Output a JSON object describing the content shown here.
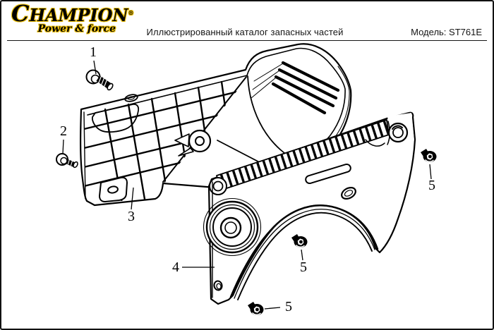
{
  "page": {
    "background": "#ffffff",
    "border_color": "#111111"
  },
  "header": {
    "logo": {
      "brand": "CHAMPION",
      "registered_mark": "®",
      "tagline": "Power & force",
      "text_color": "#000000",
      "outline_color": "#edc00c"
    },
    "title": "Иллюстрированный каталог запасных частей",
    "model": "Модель: ST761E"
  },
  "diagram": {
    "type": "exploded-parts-line-drawing",
    "line_color": "#000000",
    "callouts": [
      {
        "number": "1"
      },
      {
        "number": "2"
      },
      {
        "number": "3"
      },
      {
        "number": "4"
      },
      {
        "number": "5"
      },
      {
        "number": "5"
      },
      {
        "number": "5"
      }
    ]
  }
}
